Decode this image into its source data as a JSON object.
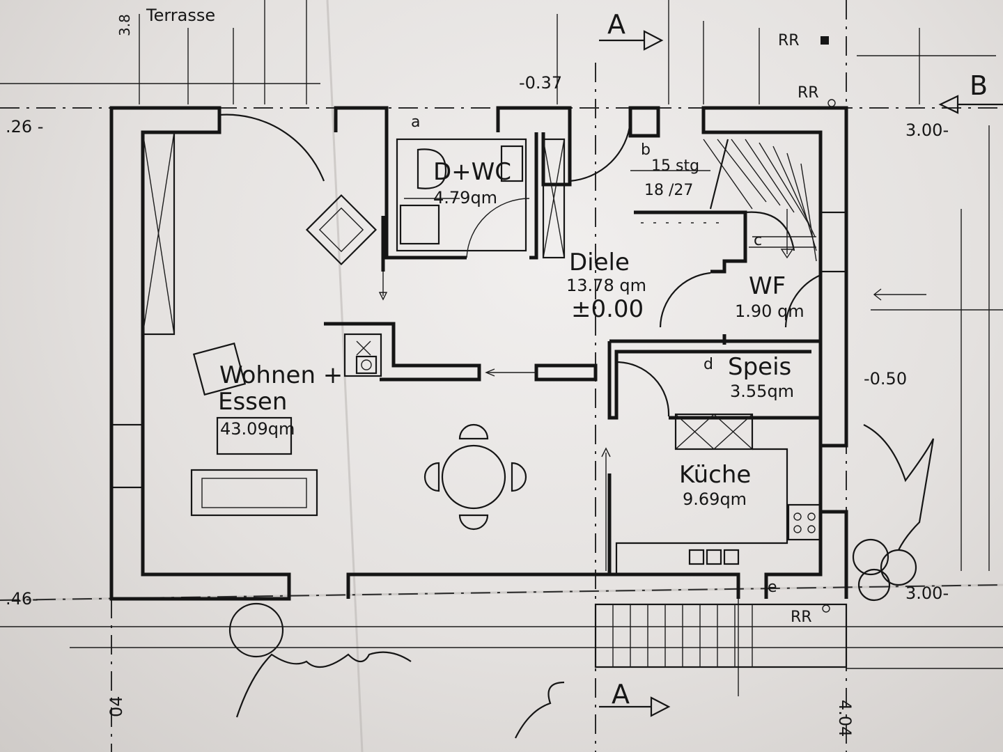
{
  "plan": {
    "rooms": [
      {
        "name": "Wohnen + Essen",
        "line1": "Wohnen +",
        "line2": "Essen",
        "area": "43.09qm"
      },
      {
        "name": "D+WC",
        "area": "4.79qm"
      },
      {
        "name": "Diele",
        "area": "13.78 qm",
        "level": "±0.00"
      },
      {
        "name": "WF",
        "area": "1.90 qm"
      },
      {
        "name": "Speis",
        "area": "3.55qm"
      },
      {
        "name": "Küche",
        "area": "9.69qm"
      }
    ],
    "outside": {
      "terrace": "Terrasse"
    },
    "stairs": {
      "steps": "15 stg",
      "ratio": "18 /27"
    },
    "levels": {
      "entry": "-0.37",
      "side": "-0.50"
    },
    "markers": {
      "a": "a",
      "b": "b",
      "c": "c",
      "d": "d",
      "e": "e"
    },
    "pipes": {
      "rr": "RR"
    },
    "sections": {
      "a": "A",
      "b": "B"
    },
    "dimensions": {
      "left_top": ".26 -",
      "left_bottom": ".46-",
      "right_top": "3.00-",
      "right_bottom": "3.00-",
      "bottom_left": "04",
      "bottom_right": "4.04",
      "top_small": "3.8"
    }
  }
}
